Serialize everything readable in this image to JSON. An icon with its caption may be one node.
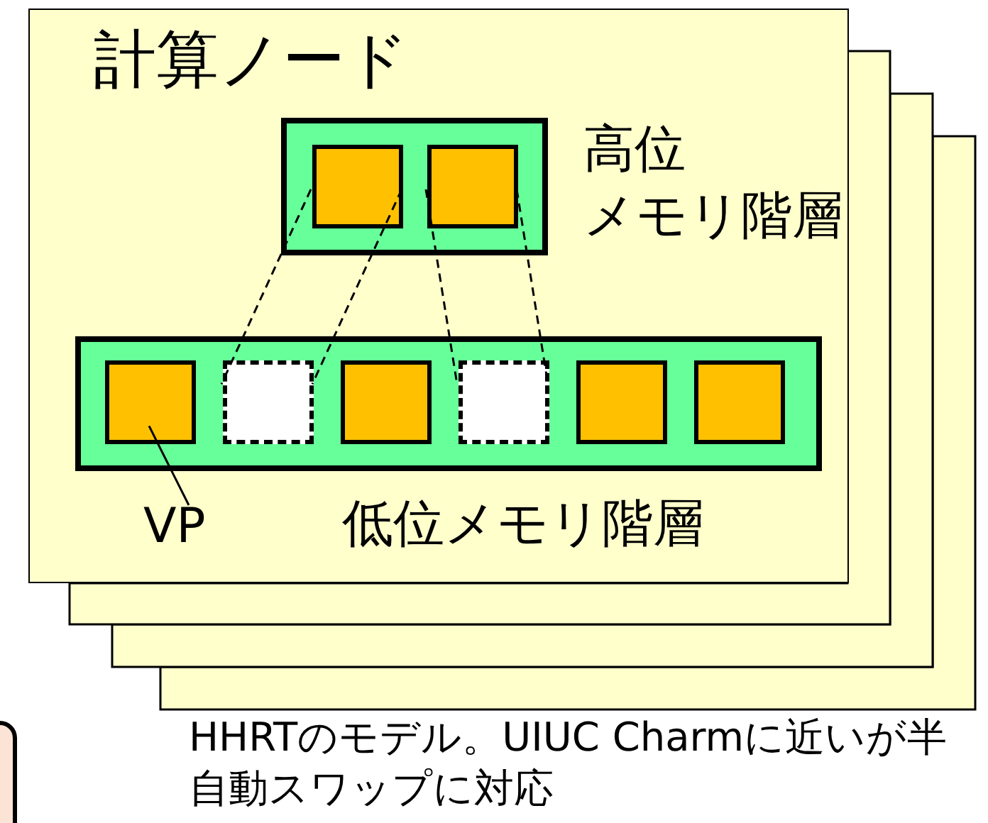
{
  "diagram": {
    "caption": "HHRTのモデル。UIUC Charmに近いが半自動スワップに対応",
    "nodes": [
      {
        "text": [
          "計算ノード"
        ]
      },
      {
        "text": [
          "高位メモリ階層"
        ],
        "in": 0
      },
      {
        "text": [],
        "shape": "box",
        "in": 1
      },
      {
        "text": [],
        "shape": "box",
        "in": 1
      },
      {
        "text": [
          "低位メモリ階層"
        ],
        "in": 0
      },
      {
        "text": [],
        "shape": "box",
        "in": 4
      },
      {
        "text": [],
        "shape": "box",
        "in": 4
      },
      {
        "text": [],
        "shape": "box",
        "in": 4
      },
      {
        "text": [],
        "shape": "box",
        "in": 4
      },
      {
        "text": [],
        "shape": "box",
        "in": 4
      },
      {
        "text": [],
        "shape": "box",
        "in": 4
      },
      {
        "text": [
          "VP"
        ],
        "in": 0
      }
    ],
    "edges": [
      {
        "from": 2,
        "to": 6,
        "arrow": "none",
        "style": "dashed"
      },
      {
        "from": 2,
        "to": 6,
        "arrow": "none",
        "style": "dashed"
      },
      {
        "from": 3,
        "to": 8,
        "arrow": "none",
        "style": "dashed"
      },
      {
        "from": 3,
        "to": 8,
        "arrow": "none",
        "style": "dashed"
      },
      {
        "from": 11,
        "to": 5,
        "arrow": "none"
      }
    ]
  }
}
